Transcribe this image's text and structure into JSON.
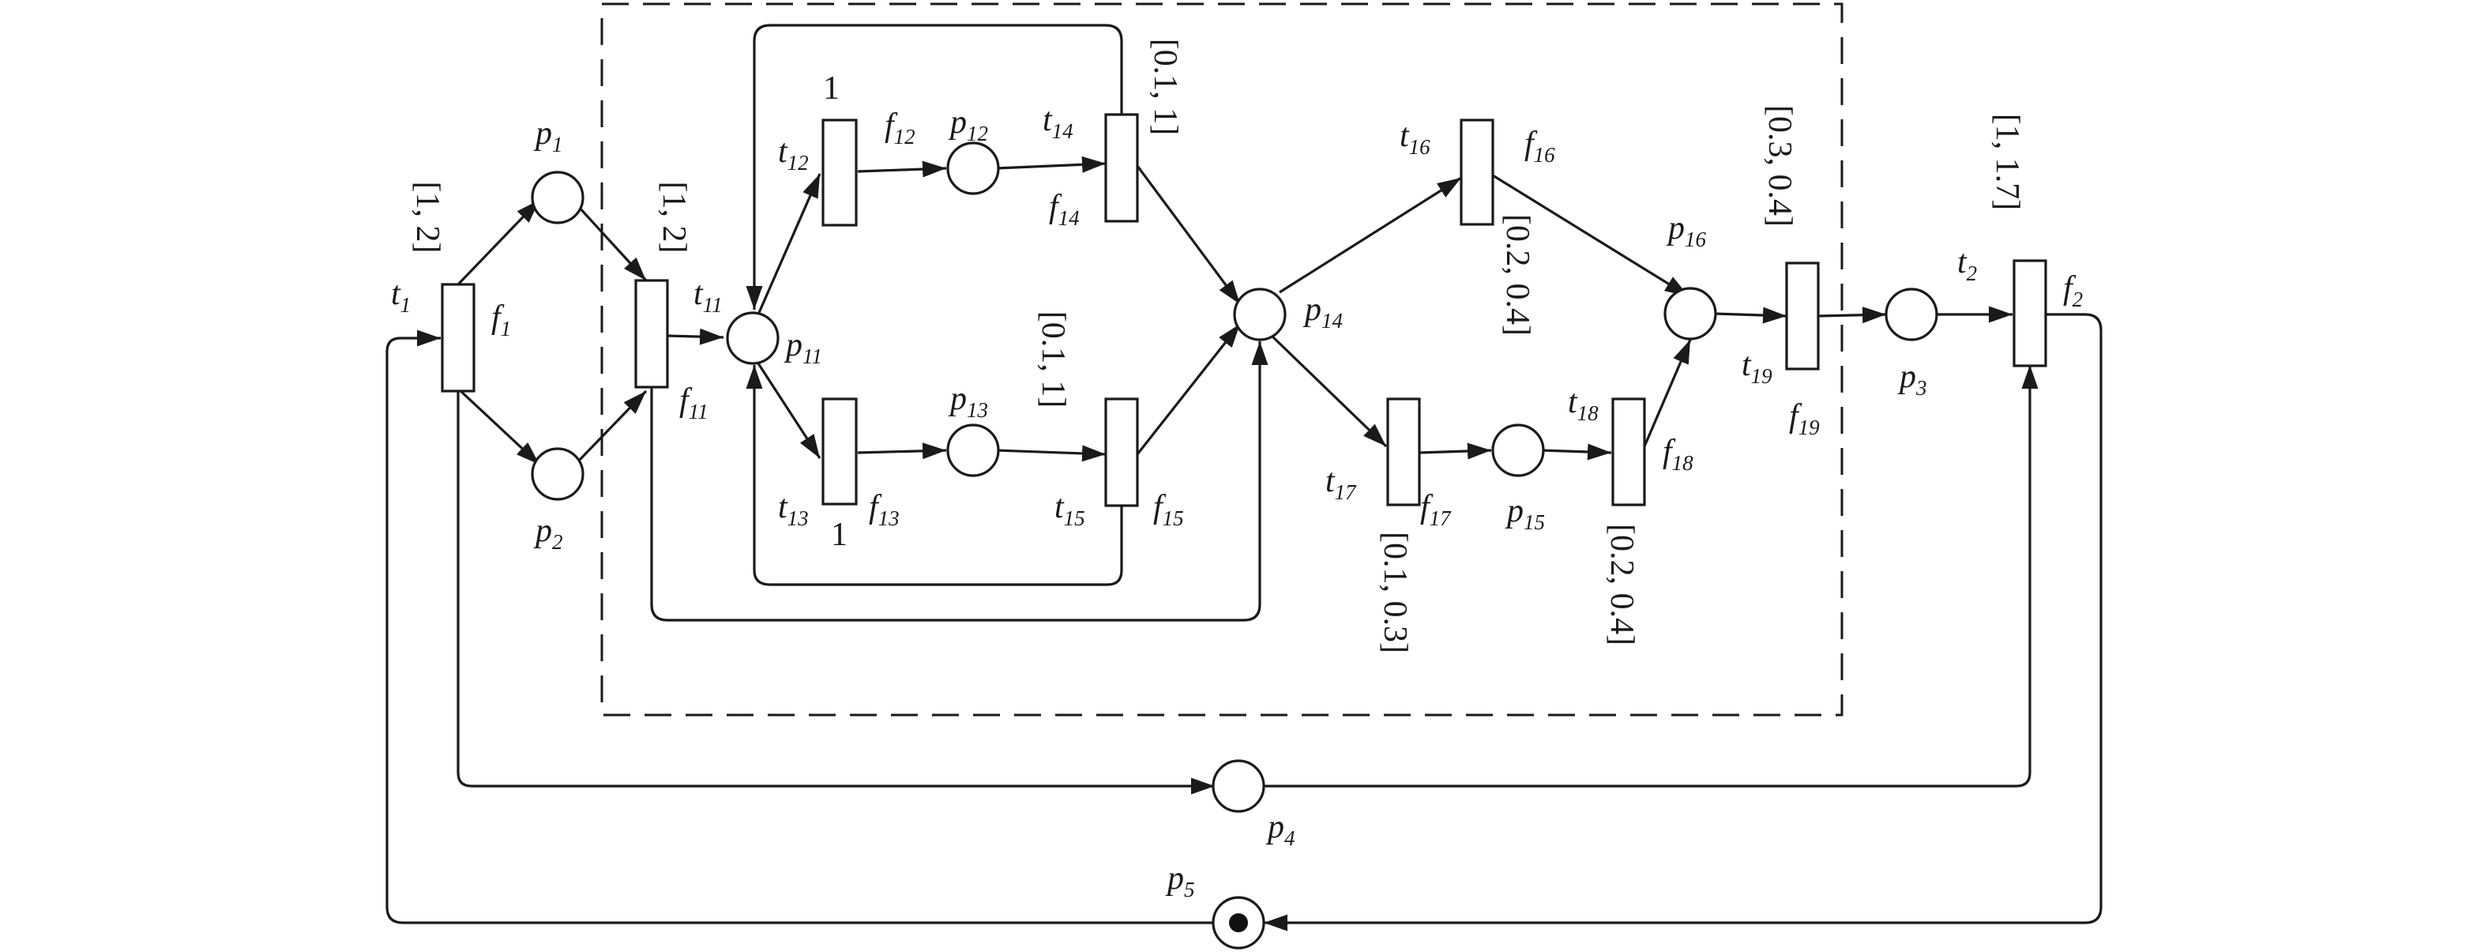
{
  "diagram": {
    "places": {
      "p1": {
        "name": "p",
        "sub": "1"
      },
      "p2": {
        "name": "p",
        "sub": "2"
      },
      "p3": {
        "name": "p",
        "sub": "3"
      },
      "p4": {
        "name": "p",
        "sub": "4"
      },
      "p5": {
        "name": "p",
        "sub": "5",
        "tokens": 1
      },
      "p11": {
        "name": "p",
        "sub": "11"
      },
      "p12": {
        "name": "p",
        "sub": "12"
      },
      "p13": {
        "name": "p",
        "sub": "13"
      },
      "p14": {
        "name": "p",
        "sub": "14"
      },
      "p15": {
        "name": "p",
        "sub": "15"
      },
      "p16": {
        "name": "p",
        "sub": "16"
      }
    },
    "transitions": {
      "t1": {
        "name": "t",
        "sub": "1",
        "fname": "f",
        "fsub": "1",
        "interval": "[1, 2]"
      },
      "t2": {
        "name": "t",
        "sub": "2",
        "fname": "f",
        "fsub": "2",
        "interval": "[1, 1.7]"
      },
      "t11": {
        "name": "t",
        "sub": "11",
        "fname": "f",
        "fsub": "11",
        "interval": "[1, 2]"
      },
      "t12": {
        "name": "t",
        "sub": "12",
        "fname": "f",
        "fsub": "12"
      },
      "t13": {
        "name": "t",
        "sub": "13",
        "fname": "f",
        "fsub": "13"
      },
      "t14": {
        "name": "t",
        "sub": "14",
        "fname": "f",
        "fsub": "14",
        "interval": "[0.1, 1]"
      },
      "t15": {
        "name": "t",
        "sub": "15",
        "fname": "f",
        "fsub": "15",
        "interval": "[0.1, 1]"
      },
      "t16": {
        "name": "t",
        "sub": "16",
        "fname": "f",
        "fsub": "16",
        "interval": "[0.2, 0.4]"
      },
      "t17": {
        "name": "t",
        "sub": "17",
        "fname": "f",
        "fsub": "17",
        "interval": "[0.1, 0.3]"
      },
      "t18": {
        "name": "t",
        "sub": "18",
        "fname": "f",
        "fsub": "18",
        "interval": "[0.2, 0.4]"
      },
      "t19": {
        "name": "t",
        "sub": "19",
        "fname": "f",
        "fsub": "19",
        "interval": "[0.3, 0.4]"
      }
    },
    "arc_weights": {
      "t12_in": "1",
      "t13_in": "1"
    }
  }
}
